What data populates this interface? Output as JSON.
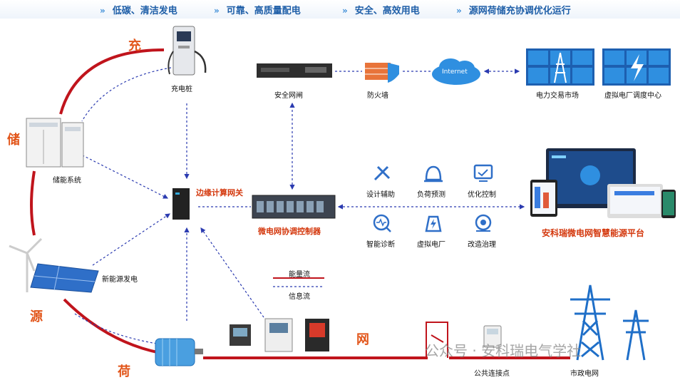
{
  "slogans": [
    "低碳、清洁发电",
    "可靠、高质量配电",
    "安全、高效用电",
    "源网荷储充协调优化运行"
  ],
  "side_chars": {
    "charge": "充",
    "store": "储",
    "source": "源",
    "load": "荷",
    "grid": "网"
  },
  "nodes": {
    "charger": "充电桩",
    "storage": "储能系统",
    "renewable": "新能源发电",
    "edge_gateway": "边缘计算网关",
    "controller": "微电网协调控制器",
    "security_gateway": "安全网闸",
    "firewall": "防火墙",
    "internet": "Internet",
    "power_market": "电力交易市场",
    "vpp_center": "虚拟电厂调度中心",
    "platform": "安科瑞微电网智慧能源平台",
    "pcc": "公共连接点",
    "municipal_grid": "市政电网"
  },
  "functions": [
    "设计辅助",
    "负荷预测",
    "优化控制",
    "智能诊断",
    "虚拟电厂",
    "改造治理"
  ],
  "legend": {
    "energy": "能量流",
    "info": "信息流"
  },
  "watermark": "公众号 · 安科瑞电气学社",
  "colors": {
    "energy": "#c0141c",
    "info": "#2b3bb0",
    "accent": "#1f5fa8",
    "orange": "#e2561b"
  }
}
